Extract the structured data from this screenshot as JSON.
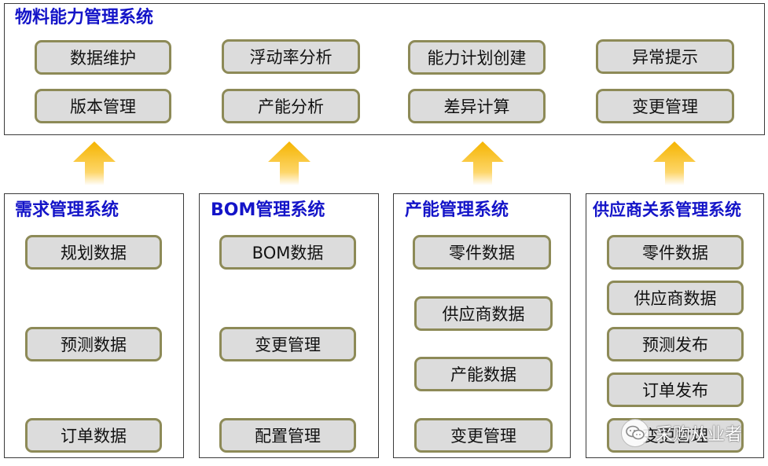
{
  "top": {
    "title": "物料能力管理系统",
    "boxes": [
      "数据维护",
      "浮动率分析",
      "能力计划创建",
      "异常提示",
      "版本管理",
      "产能分析",
      "差异计算",
      "变更管理"
    ]
  },
  "bottom": [
    {
      "title": "需求管理系统",
      "boxes": [
        "规划数据",
        "预测数据",
        "订单数据"
      ]
    },
    {
      "title": "BOM管理系统",
      "boxes": [
        "BOM数据",
        "变更管理",
        "配置管理"
      ]
    },
    {
      "title": "产能管理系统",
      "boxes": [
        "零件数据",
        "供应商数据",
        "产能数据",
        "变更管理"
      ]
    },
    {
      "title": "供应商关系管理系统",
      "boxes": [
        "零件数据",
        "供应商数据",
        "预测发布",
        "订单发布",
        "变更管理"
      ]
    }
  ],
  "watermark": {
    "text": "采购从业者",
    "icon": "wechat-icon"
  },
  "colors": {
    "title": "#1414c8",
    "box_fill": "#dcdcdc",
    "box_border": "#8d8a57",
    "arrow": "#f5b400"
  }
}
